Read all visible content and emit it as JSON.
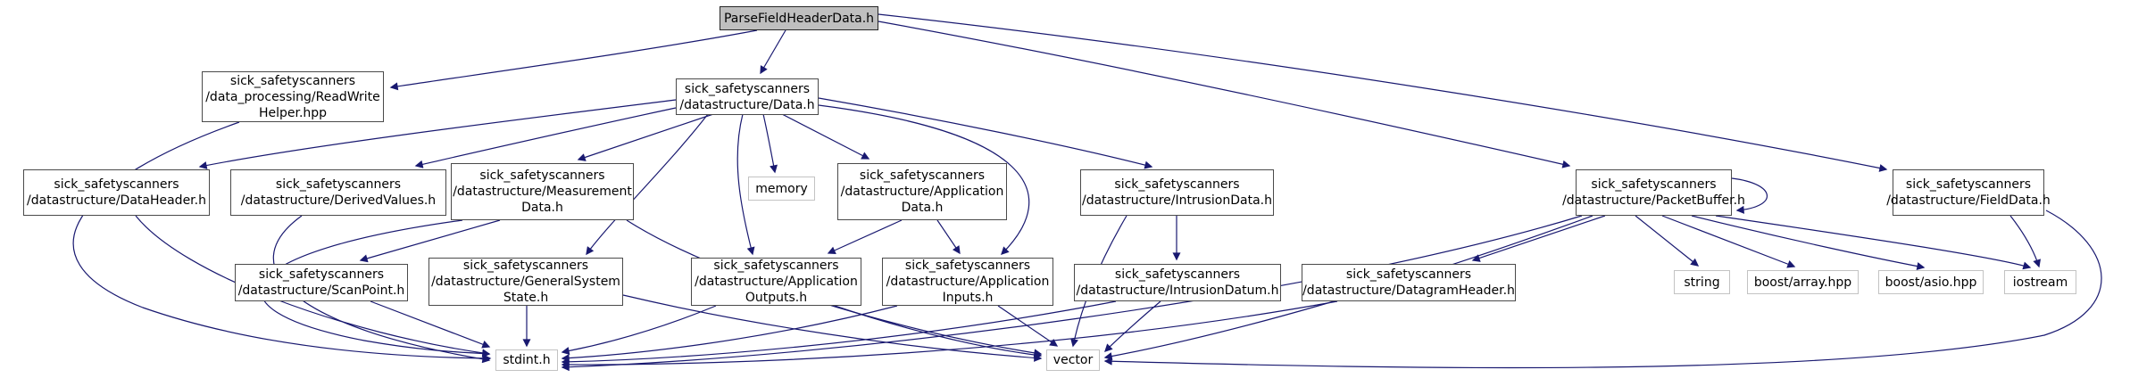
{
  "graph": {
    "type": "include-dependency-graph",
    "root_file": "ParseFieldHeaderData.h",
    "edge_color": "#191970",
    "root_fill_color": "#bfbfbf",
    "node_border_color": "#4a4a4a",
    "system_node_border_color": "#c3c3c3",
    "nodes": [
      {
        "id": "parsefieldheaderdata",
        "label": "ParseFieldHeaderData.h",
        "kind": "root"
      },
      {
        "id": "readwritehelper",
        "label": "sick_safetyscanners\n/data_processing/ReadWrite\nHelper.hpp",
        "kind": "header"
      },
      {
        "id": "data",
        "label": "sick_safetyscanners\n/datastructure/Data.h",
        "kind": "header"
      },
      {
        "id": "dataheader",
        "label": "sick_safetyscanners\n/datastructure/DataHeader.h",
        "kind": "header"
      },
      {
        "id": "derivedvalues",
        "label": "sick_safetyscanners\n/datastructure/DerivedValues.h",
        "kind": "header"
      },
      {
        "id": "measurementdata",
        "label": "sick_safetyscanners\n/datastructure/Measurement\nData.h",
        "kind": "header"
      },
      {
        "id": "memory",
        "label": "memory",
        "kind": "system"
      },
      {
        "id": "applicationdata",
        "label": "sick_safetyscanners\n/datastructure/Application\nData.h",
        "kind": "header"
      },
      {
        "id": "intrusiondata",
        "label": "sick_safetyscanners\n/datastructure/IntrusionData.h",
        "kind": "header"
      },
      {
        "id": "packetbuffer",
        "label": "sick_safetyscanners\n/datastructure/PacketBuffer.h",
        "kind": "header"
      },
      {
        "id": "fielddata",
        "label": "sick_safetyscanners\n/datastructure/FieldData.h",
        "kind": "header"
      },
      {
        "id": "scanpoint",
        "label": "sick_safetyscanners\n/datastructure/ScanPoint.h",
        "kind": "header"
      },
      {
        "id": "generalsystemstate",
        "label": "sick_safetyscanners\n/datastructure/GeneralSystem\nState.h",
        "kind": "header"
      },
      {
        "id": "applicationoutputs",
        "label": "sick_safetyscanners\n/datastructure/Application\nOutputs.h",
        "kind": "header"
      },
      {
        "id": "applicationinputs",
        "label": "sick_safetyscanners\n/datastructure/Application\nInputs.h",
        "kind": "header"
      },
      {
        "id": "intrusiondatum",
        "label": "sick_safetyscanners\n/datastructure/IntrusionDatum.h",
        "kind": "header"
      },
      {
        "id": "datagramheader",
        "label": "sick_safetyscanners\n/datastructure/DatagramHeader.h",
        "kind": "header"
      },
      {
        "id": "string",
        "label": "string",
        "kind": "system"
      },
      {
        "id": "boostarray",
        "label": "boost/array.hpp",
        "kind": "system"
      },
      {
        "id": "boostasio",
        "label": "boost/asio.hpp",
        "kind": "system"
      },
      {
        "id": "iostream",
        "label": "iostream",
        "kind": "system"
      },
      {
        "id": "stdint",
        "label": "stdint.h",
        "kind": "system"
      },
      {
        "id": "vector",
        "label": "vector",
        "kind": "system"
      }
    ],
    "edges": [
      {
        "from": "ParseFieldHeaderData.h",
        "to": "sick_safetyscanners/data_processing/ReadWriteHelper.hpp"
      },
      {
        "from": "ParseFieldHeaderData.h",
        "to": "sick_safetyscanners/datastructure/Data.h"
      },
      {
        "from": "ParseFieldHeaderData.h",
        "to": "sick_safetyscanners/datastructure/PacketBuffer.h"
      },
      {
        "from": "ParseFieldHeaderData.h",
        "to": "sick_safetyscanners/datastructure/FieldData.h"
      },
      {
        "from": "sick_safetyscanners/data_processing/ReadWriteHelper.hpp",
        "to": "stdint.h"
      },
      {
        "from": "sick_safetyscanners/datastructure/Data.h",
        "to": "sick_safetyscanners/datastructure/DataHeader.h"
      },
      {
        "from": "sick_safetyscanners/datastructure/Data.h",
        "to": "sick_safetyscanners/datastructure/DerivedValues.h"
      },
      {
        "from": "sick_safetyscanners/datastructure/Data.h",
        "to": "sick_safetyscanners/datastructure/MeasurementData.h"
      },
      {
        "from": "sick_safetyscanners/datastructure/Data.h",
        "to": "memory"
      },
      {
        "from": "sick_safetyscanners/datastructure/Data.h",
        "to": "sick_safetyscanners/datastructure/ApplicationData.h"
      },
      {
        "from": "sick_safetyscanners/datastructure/Data.h",
        "to": "sick_safetyscanners/datastructure/ApplicationOutputs.h"
      },
      {
        "from": "sick_safetyscanners/datastructure/Data.h",
        "to": "sick_safetyscanners/datastructure/ApplicationInputs.h"
      },
      {
        "from": "sick_safetyscanners/datastructure/Data.h",
        "to": "sick_safetyscanners/datastructure/IntrusionData.h"
      },
      {
        "from": "sick_safetyscanners/datastructure/Data.h",
        "to": "sick_safetyscanners/datastructure/GeneralSystemState.h"
      },
      {
        "from": "sick_safetyscanners/datastructure/DataHeader.h",
        "to": "stdint.h"
      },
      {
        "from": "sick_safetyscanners/datastructure/DerivedValues.h",
        "to": "stdint.h"
      },
      {
        "from": "sick_safetyscanners/datastructure/MeasurementData.h",
        "to": "sick_safetyscanners/datastructure/ScanPoint.h"
      },
      {
        "from": "sick_safetyscanners/datastructure/MeasurementData.h",
        "to": "stdint.h"
      },
      {
        "from": "sick_safetyscanners/datastructure/MeasurementData.h",
        "to": "vector"
      },
      {
        "from": "sick_safetyscanners/datastructure/ScanPoint.h",
        "to": "stdint.h"
      },
      {
        "from": "sick_safetyscanners/datastructure/GeneralSystemState.h",
        "to": "stdint.h"
      },
      {
        "from": "sick_safetyscanners/datastructure/GeneralSystemState.h",
        "to": "vector"
      },
      {
        "from": "sick_safetyscanners/datastructure/ApplicationData.h",
        "to": "sick_safetyscanners/datastructure/ApplicationOutputs.h"
      },
      {
        "from": "sick_safetyscanners/datastructure/ApplicationData.h",
        "to": "sick_safetyscanners/datastructure/ApplicationInputs.h"
      },
      {
        "from": "sick_safetyscanners/datastructure/ApplicationOutputs.h",
        "to": "stdint.h"
      },
      {
        "from": "sick_safetyscanners/datastructure/ApplicationOutputs.h",
        "to": "vector"
      },
      {
        "from": "sick_safetyscanners/datastructure/ApplicationInputs.h",
        "to": "stdint.h"
      },
      {
        "from": "sick_safetyscanners/datastructure/ApplicationInputs.h",
        "to": "vector"
      },
      {
        "from": "sick_safetyscanners/datastructure/IntrusionData.h",
        "to": "sick_safetyscanners/datastructure/IntrusionDatum.h"
      },
      {
        "from": "sick_safetyscanners/datastructure/IntrusionData.h",
        "to": "vector"
      },
      {
        "from": "sick_safetyscanners/datastructure/IntrusionDatum.h",
        "to": "stdint.h"
      },
      {
        "from": "sick_safetyscanners/datastructure/IntrusionDatum.h",
        "to": "vector"
      },
      {
        "from": "sick_safetyscanners/datastructure/DatagramHeader.h",
        "to": "stdint.h"
      },
      {
        "from": "sick_safetyscanners/datastructure/PacketBuffer.h",
        "to": "sick_safetyscanners/datastructure/DatagramHeader.h"
      },
      {
        "from": "sick_safetyscanners/datastructure/PacketBuffer.h",
        "to": "string"
      },
      {
        "from": "sick_safetyscanners/datastructure/PacketBuffer.h",
        "to": "boost/array.hpp"
      },
      {
        "from": "sick_safetyscanners/datastructure/PacketBuffer.h",
        "to": "boost/asio.hpp"
      },
      {
        "from": "sick_safetyscanners/datastructure/PacketBuffer.h",
        "to": "iostream"
      },
      {
        "from": "sick_safetyscanners/datastructure/PacketBuffer.h",
        "to": "stdint.h"
      },
      {
        "from": "sick_safetyscanners/datastructure/PacketBuffer.h",
        "to": "vector"
      },
      {
        "from": "sick_safetyscanners/datastructure/PacketBuffer.h",
        "to": "sick_safetyscanners/datastructure/PacketBuffer.h"
      },
      {
        "from": "sick_safetyscanners/datastructure/FieldData.h",
        "to": "iostream"
      },
      {
        "from": "sick_safetyscanners/datastructure/FieldData.h",
        "to": "vector"
      }
    ]
  }
}
